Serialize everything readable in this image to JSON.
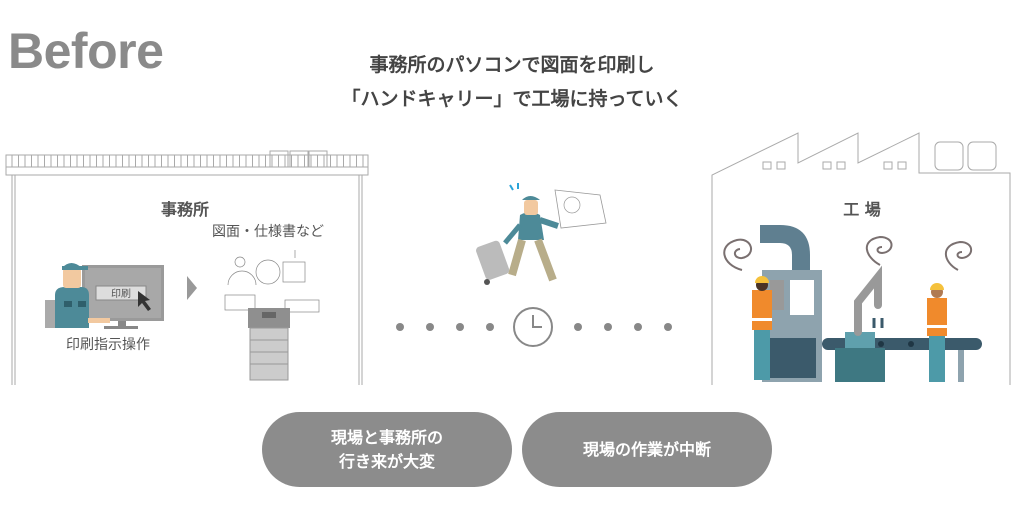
{
  "title": "Before",
  "heading": {
    "line1": "事務所のパソコンで図面を印刷し",
    "line2": "「ハンドキャリー」で工場に持っていく"
  },
  "office": {
    "label": "事務所",
    "documents_label": "図面・仕様書など",
    "print_button": "印刷",
    "action_label": "印刷指示操作"
  },
  "factory": {
    "label": "工 場"
  },
  "problems": [
    {
      "line1": "現場と事務所の",
      "line2": "行き来が大変"
    },
    {
      "line1": "現場の作業が中断"
    }
  ],
  "colors": {
    "gray": "#8c8c8c",
    "teal": "#4d8a98",
    "orange": "#f08a2c",
    "dark": "#3b5a6b"
  }
}
